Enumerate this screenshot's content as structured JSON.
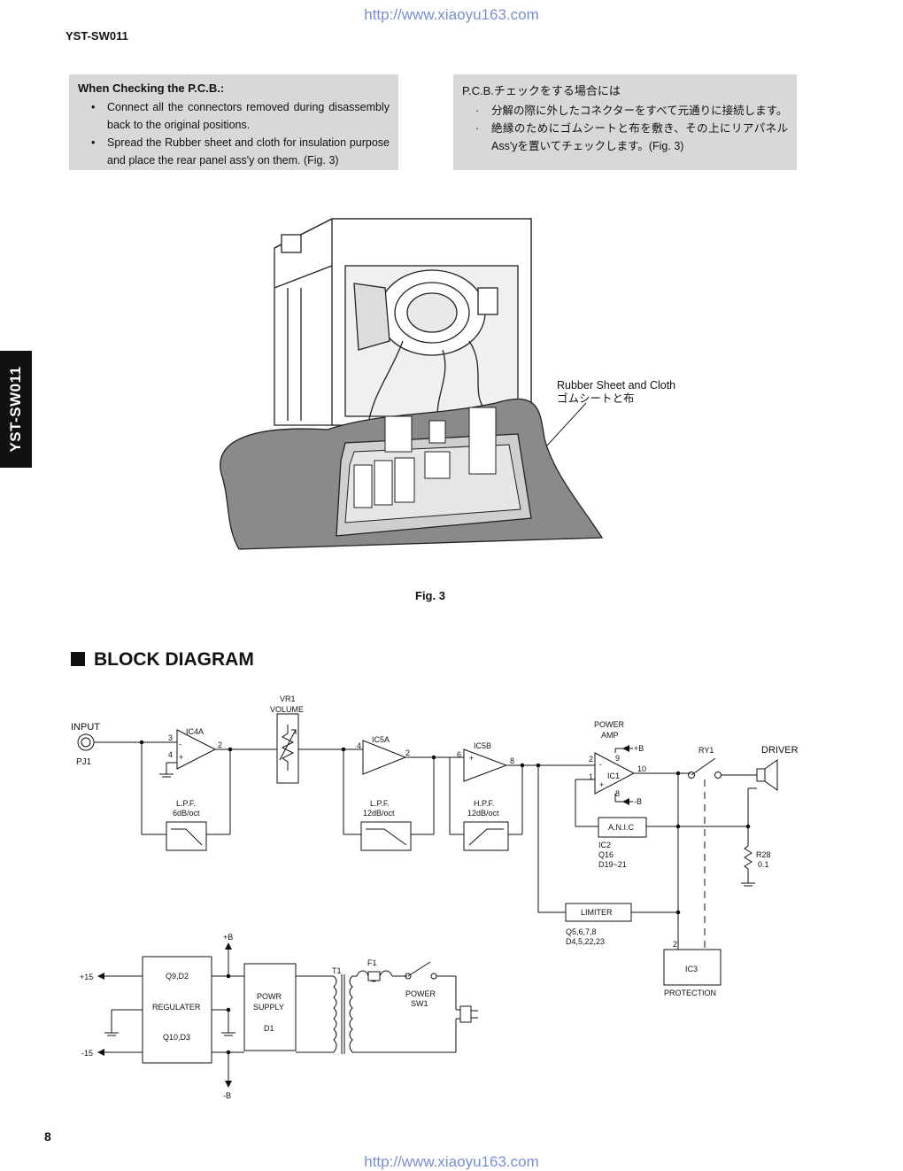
{
  "header": {
    "url_top": "http://www.xiaoyu163.com",
    "model": "YST-SW011"
  },
  "side_tab": "YST-SW011",
  "checking_en": {
    "title": "When Checking the P.C.B.:",
    "items": [
      "Connect all the connectors removed during disassembly back to the original positions.",
      "Spread the Rubber sheet and cloth for insulation purpose and place the rear panel ass'y on them. (Fig. 3)"
    ]
  },
  "checking_jp": {
    "title": "P.C.B.チェックをする場合には",
    "items": [
      "分解の際に外したコネクターをすべて元通りに接続します。",
      "絶縁のためにゴムシートと布を敷き、その上にリアパネルAss'yを置いてチェックします。(Fig. 3)"
    ]
  },
  "figure": {
    "callout_en": "Rubber Sheet and Cloth",
    "callout_jp": "ゴムシートと布",
    "caption": "Fig. 3"
  },
  "section_title": "BLOCK DIAGRAM",
  "diagram": {
    "input": "INPUT",
    "pj1": "PJ1",
    "ic4a": "IC4A",
    "vr1": "VR1",
    "volume": "VOLUME",
    "ic5a": "IC5A",
    "ic5b": "IC5B",
    "power_amp_1": "POWER",
    "power_amp_2": "AMP",
    "ic1": "IC1",
    "ry1": "RY1",
    "driver": "DRIVER",
    "lpf1_a": "L.P.F.",
    "lpf1_b": "6dB/oct",
    "lpf2_a": "L.P.F.",
    "lpf2_b": "12dB/oct",
    "hpf_a": "H.P.F.",
    "hpf_b": "12dB/oct",
    "anic": "A.N.I.C",
    "ic2_a": "IC2",
    "ic2_b": "Q16",
    "ic2_c": "D19~21",
    "r28_a": "R28",
    "r28_b": "0.1",
    "limiter": "LIMITER",
    "lim_a": "Q5,6,7,8",
    "lim_b": "D4,5,22,23",
    "ic3": "IC3",
    "protection": "PROTECTION",
    "plus_b": "+B",
    "minus_b": "-B",
    "pin2": "2",
    "pin3": "3",
    "pin4": "4",
    "pin6": "6",
    "pin8": "8",
    "pin1": "1",
    "pin9": "9",
    "pin10": "10",
    "minus_sign": "-",
    "plus_sign": "+",
    "p15": "+15",
    "m15": "-15",
    "reg_a": "Q9,D2",
    "reg_b": "REGULATER",
    "reg_c": "Q10,D3",
    "ps_a": "POWR",
    "ps_b": "SUPPLY",
    "ps_c": "D1",
    "t1": "T1",
    "f1": "F1",
    "sw_a": "POWER",
    "sw_b": "SW1"
  },
  "footer": {
    "page_number": "8",
    "url_bottom": "http://www.xiaoyu163.com"
  }
}
